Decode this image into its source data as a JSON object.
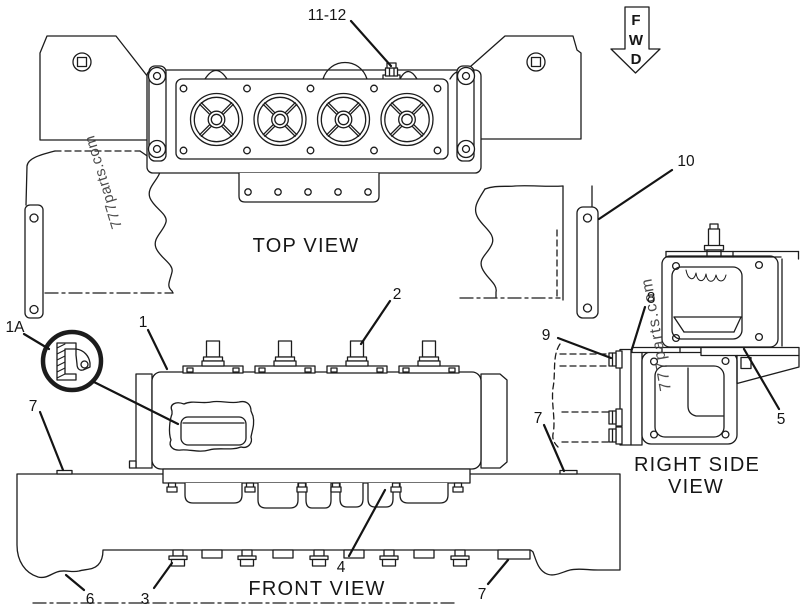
{
  "watermark": {
    "text": "777parts.com"
  },
  "fwd_indicator": {
    "letter_f": "F",
    "letter_w": "W",
    "letter_d": "D"
  },
  "view_titles": {
    "top": "TOP VIEW",
    "front": "FRONT VIEW",
    "right_line1": "RIGHT SIDE",
    "right_line2": "VIEW"
  },
  "callouts": {
    "c11_12": "11-12",
    "c10": "10",
    "c2": "2",
    "c1": "1",
    "c1a": "1A",
    "c7_left": "7",
    "c7_right": "7",
    "c7_bottom": "7",
    "c3": "3",
    "c4": "4",
    "c6": "6",
    "c5": "5",
    "c8": "8",
    "c9": "9"
  },
  "colors": {
    "line": "#1c1c1c",
    "background": "#ffffff",
    "watermark": "#3d3d3d"
  }
}
